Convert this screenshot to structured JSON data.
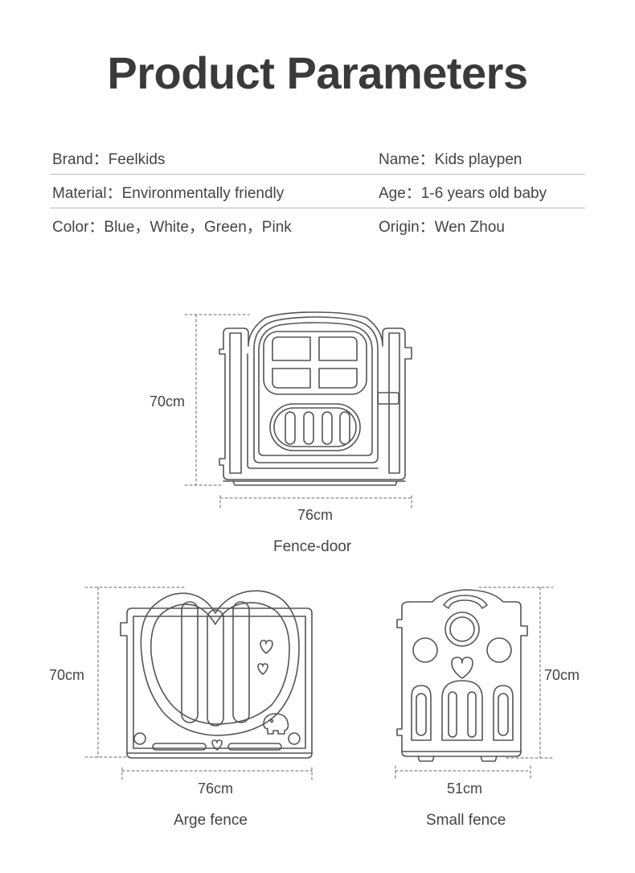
{
  "title": "Product Parameters",
  "params": [
    {
      "left": "Brand：Feelkids",
      "right": "Name：Kids playpen"
    },
    {
      "left": "Material：Environmentally friendly",
      "right": "Age：1-6 years old baby"
    },
    {
      "left": "Color：Blue，White，Green，Pink",
      "right": "Origin：Wen Zhou"
    }
  ],
  "products": {
    "door": {
      "height": "70cm",
      "width": "76cm",
      "name": "Fence-door"
    },
    "large": {
      "height": "70cm",
      "width": "76cm",
      "name": "Arge fence"
    },
    "small": {
      "height": "70cm",
      "width": "51cm",
      "name": "Small fence"
    }
  },
  "colors": {
    "line": "#555555",
    "dash": "#666666"
  }
}
